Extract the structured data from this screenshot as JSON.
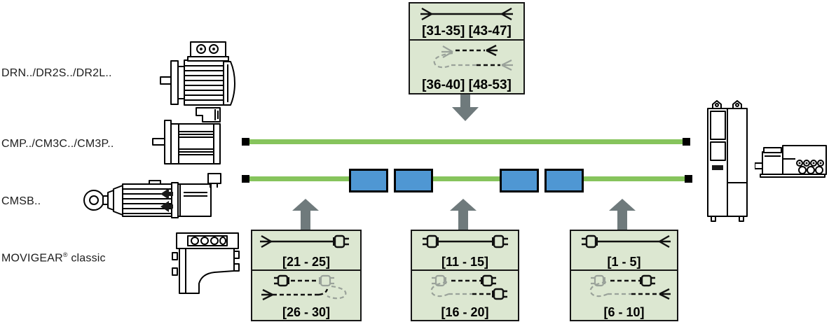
{
  "diagram": {
    "motors": [
      {
        "label": "DRN../DR2S../DR2L..",
        "icon": "ac-motor-icon"
      },
      {
        "label": "CMP../CM3C../CM3P..",
        "icon": "servo-motor-icon"
      },
      {
        "label": "CMSB..",
        "icon": "electric-cylinder-icon"
      },
      {
        "label_brand": "MOVIGEAR",
        "label_reg": "®",
        "label_suffix": " classic",
        "icon": "movigear-icon"
      }
    ],
    "cable_groups": {
      "top": {
        "rows": [
          {
            "icon": "cable-open-both-ends-icon",
            "label": "[31-35] [43-47]"
          },
          {
            "icon": "cable-y-splitter-open-icon",
            "label": "[36-40] [48-53]"
          }
        ]
      },
      "bottom": [
        {
          "rows": [
            {
              "icon": "cable-open-to-plug-icon",
              "label": "[21 - 25]"
            },
            {
              "icon": "cable-y-splitter-plug-icon",
              "label": "[26 - 30]"
            }
          ]
        },
        {
          "rows": [
            {
              "icon": "cable-plug-to-plug-icon",
              "label": "[11 - 15]"
            },
            {
              "icon": "cable-y-splitter-plug-icon",
              "label": "[16 - 20]"
            }
          ]
        },
        {
          "rows": [
            {
              "icon": "cable-plug-to-open-icon",
              "label": "[1 - 5]"
            },
            {
              "icon": "cable-y-splitter-open-icon",
              "label": "[6 - 10]"
            }
          ]
        }
      ]
    },
    "buses": {
      "cable_count": 2,
      "inline_connector_count": 4
    },
    "devices": [
      {
        "icon": "inverter-cabinet-icon"
      },
      {
        "icon": "decentralized-drive-icon"
      }
    ],
    "colors": {
      "panel_green": "#dce7d1",
      "cable_green": "#86c45c",
      "connector_blue": "#4f97d3",
      "arrow_gray": "#6f7a7c",
      "ink": "#000000"
    }
  }
}
